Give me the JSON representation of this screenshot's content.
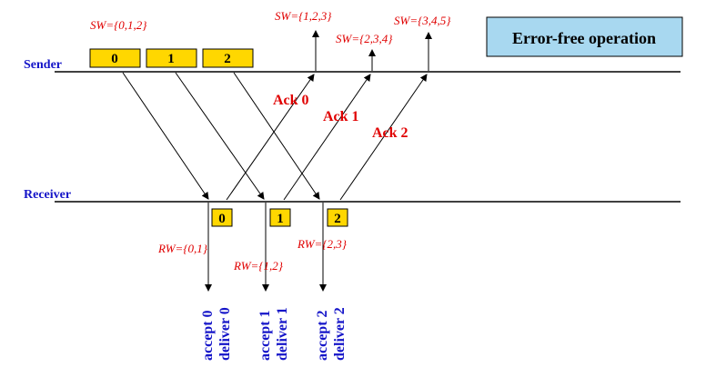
{
  "title": "Error-free operation",
  "sender_label": "Sender",
  "receiver_label": "Receiver",
  "sender_frames": [
    "0",
    "1",
    "2"
  ],
  "receiver_frames": [
    "0",
    "1",
    "2"
  ],
  "sender_windows": [
    "SW={0,1,2}",
    "SW={1,2,3}",
    "SW={2,3,4}",
    "SW={3,4,5}"
  ],
  "receiver_windows": [
    "RW={0,1}",
    "RW={1,2}",
    "RW={2,3}"
  ],
  "acks": [
    "Ack 0",
    "Ack 1",
    "Ack 2"
  ],
  "accept_labels": [
    "accept 0",
    "accept 1",
    "accept 2"
  ],
  "deliver_labels": [
    "deliver 0",
    "deliver 1",
    "deliver 2"
  ],
  "colors": {
    "frame_fill": "#ffd700",
    "title_box_fill": "#a8d8f0",
    "red_text": "#e00000",
    "blue_text": "#1414c8"
  }
}
